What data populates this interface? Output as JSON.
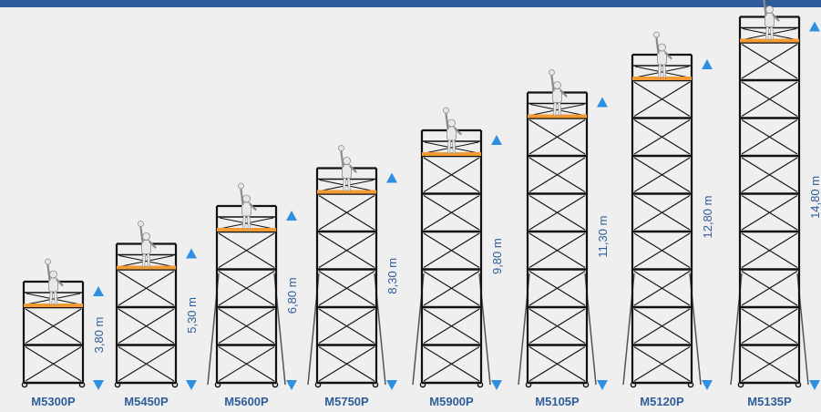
{
  "colors": {
    "top_bar": "#2d5b9c",
    "background": "#efefef",
    "frame": "#111111",
    "platform": "#f39a33",
    "label": "#2f5d99",
    "arrow": "#2f8fe3",
    "figure": "#e8e8e8",
    "figure_outline": "#8a8a8a"
  },
  "icons": {
    "up_arrow": "triangle-up-icon",
    "down_arrow": "triangle-down-icon",
    "worker": "worker-figure-icon"
  },
  "towers": [
    {
      "model": "M5300P",
      "height_label": "3,80 m",
      "height_m": 3.8,
      "sections": 2
    },
    {
      "model": "M5450P",
      "height_label": "5,30 m",
      "height_m": 5.3,
      "sections": 3
    },
    {
      "model": "M5600P",
      "height_label": "6,80 m",
      "height_m": 6.8,
      "sections": 4
    },
    {
      "model": "M5750P",
      "height_label": "8,30 m",
      "height_m": 8.3,
      "sections": 5
    },
    {
      "model": "M5900P",
      "height_label": "9,80 m",
      "height_m": 9.8,
      "sections": 6
    },
    {
      "model": "M5105P",
      "height_label": "11,30 m",
      "height_m": 11.3,
      "sections": 7
    },
    {
      "model": "M5120P",
      "height_label": "12,80 m",
      "height_m": 12.8,
      "sections": 8
    },
    {
      "model": "M5135P",
      "height_label": "14,80 m",
      "height_m": 14.8,
      "sections": 9
    }
  ]
}
